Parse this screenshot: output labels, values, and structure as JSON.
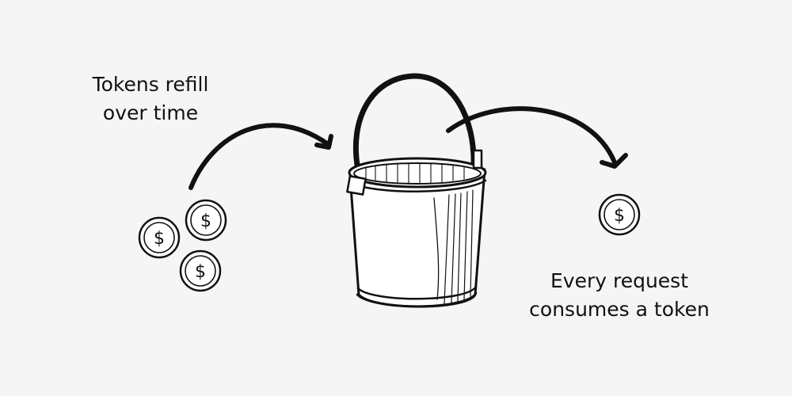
{
  "colors": {
    "background": "#f5f5f5",
    "ink": "#111111",
    "coin_fill": "#ffffff"
  },
  "labels": {
    "refill": {
      "line1": "Tokens refill",
      "line2": "over time"
    },
    "consume": {
      "line1": "Every request",
      "line2": "consumes a token"
    }
  },
  "icons": {
    "coin": "dollar-coin-icon",
    "bucket": "bucket-icon",
    "arrow": "curved-arrow-icon"
  },
  "coins": {
    "symbol": "$"
  }
}
